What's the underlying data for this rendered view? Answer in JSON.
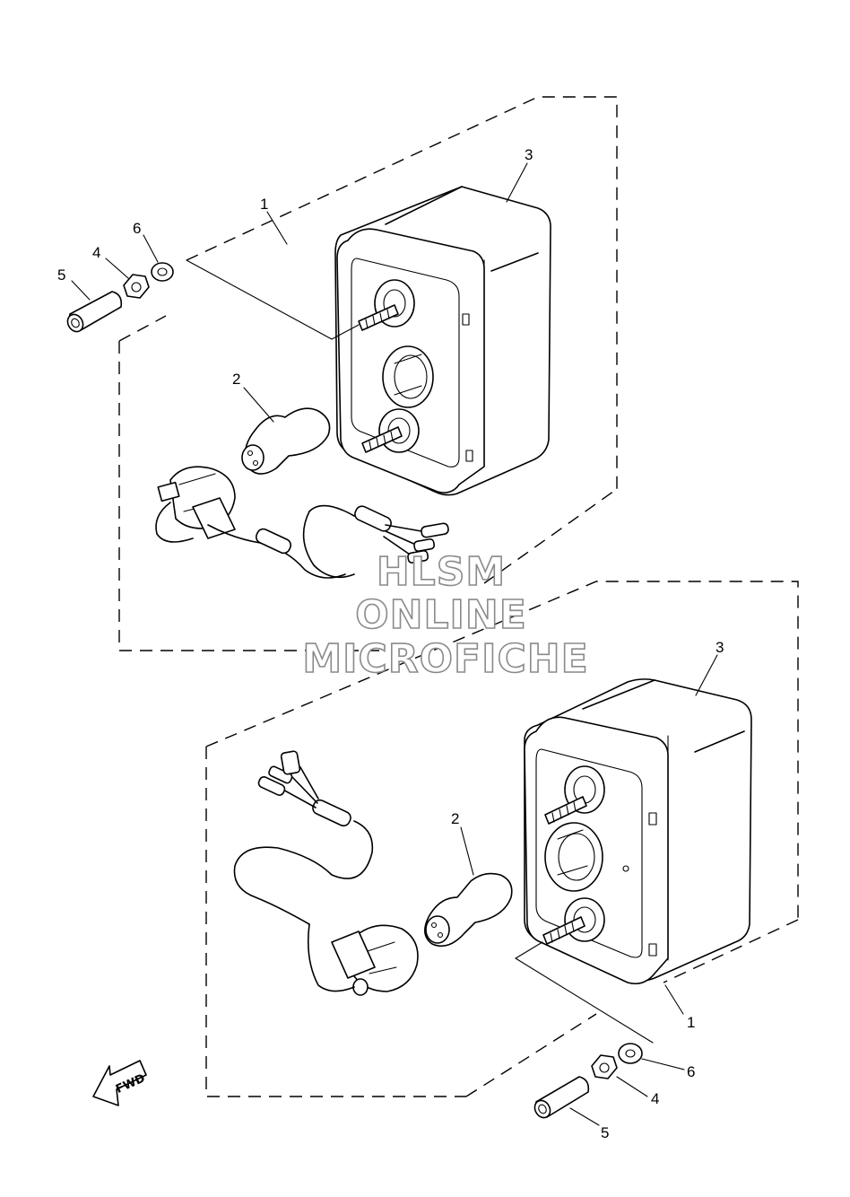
{
  "diagram": {
    "upper_assembly": {
      "callouts": {
        "p1": "1",
        "p2": "2",
        "p3": "3",
        "p4": "4",
        "p5": "5",
        "p6": "6"
      }
    },
    "lower_assembly": {
      "callouts": {
        "p1": "1",
        "p2": "2",
        "p3": "3",
        "p4": "4",
        "p5": "5",
        "p6": "6"
      }
    },
    "watermark": {
      "line1": "HLSM",
      "line2": "ONLINE",
      "line3": "MICROFICHE"
    },
    "direction_arrow": {
      "label": "FWD"
    }
  }
}
